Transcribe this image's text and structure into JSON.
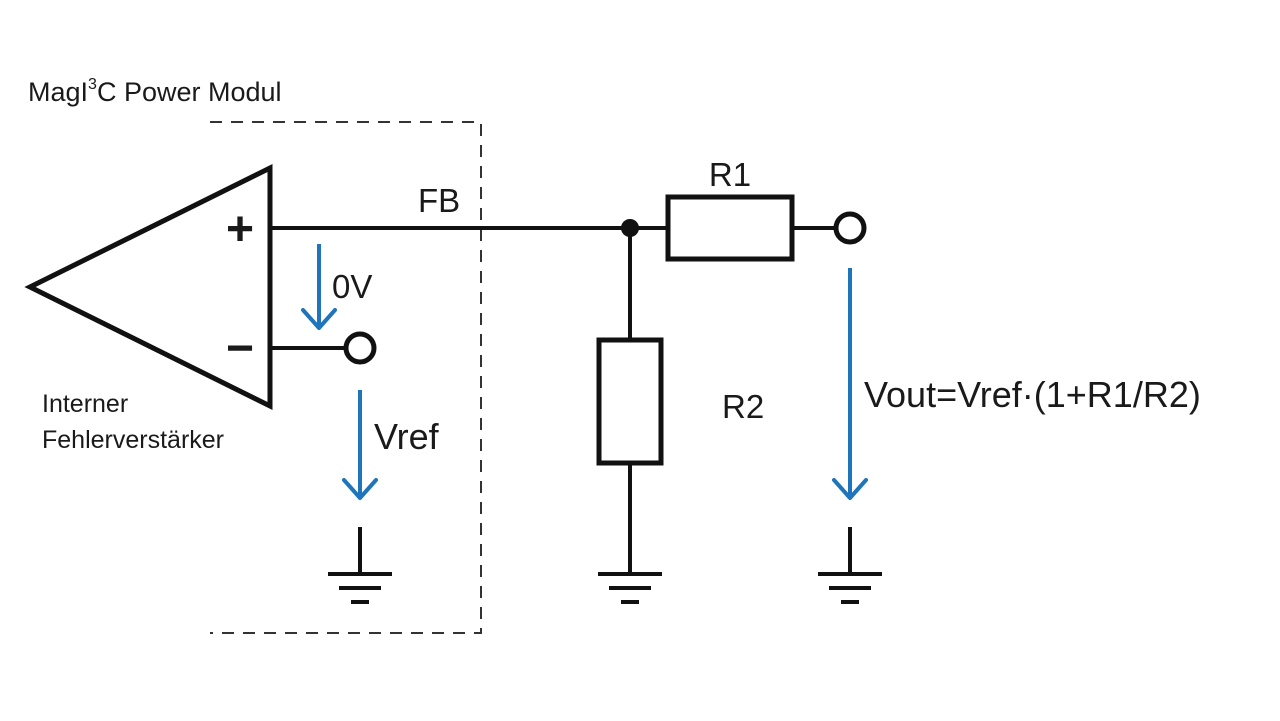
{
  "module": {
    "label_pre": "MagI",
    "label_sup": "3",
    "label_post": "C Power Modul"
  },
  "amplifier": {
    "plus_sign": "+",
    "minus_sign": "−",
    "label_line1": "Interner",
    "label_line2": "Fehlerverstärker"
  },
  "nets": {
    "fb": "FB",
    "zero_volt": "0V",
    "vref": "Vref"
  },
  "resistors": {
    "r1": "R1",
    "r2": "R2"
  },
  "formula": "Vout=Vref·(1+R1/R2)",
  "colors": {
    "wire": "#111111",
    "arrow": "#1f75bb",
    "module_border": "#333333"
  }
}
